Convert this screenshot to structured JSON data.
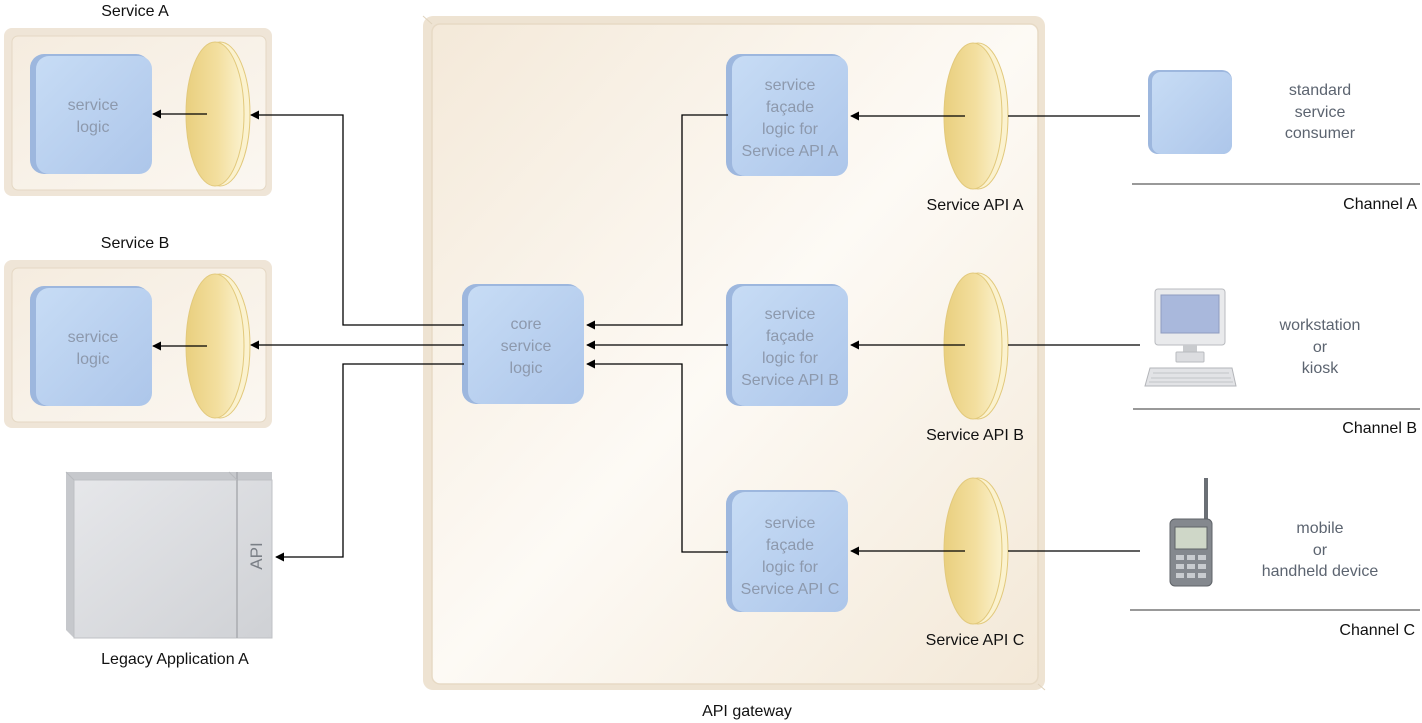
{
  "gateway": {
    "label": "API gateway"
  },
  "services": [
    {
      "title": "Service A",
      "logic": [
        "service",
        "logic"
      ]
    },
    {
      "title": "Service B",
      "logic": [
        "service",
        "logic"
      ]
    }
  ],
  "legacy": {
    "label": "Legacy Application A",
    "api_label": "API"
  },
  "core": {
    "lines": [
      "core",
      "service",
      "logic"
    ]
  },
  "facades": [
    {
      "lines": [
        "service",
        "façade",
        "logic for",
        "Service API A"
      ],
      "api_label": "Service API A"
    },
    {
      "lines": [
        "service",
        "façade",
        "logic for",
        "Service API B"
      ],
      "api_label": "Service API B"
    },
    {
      "lines": [
        "service",
        "façade",
        "logic for",
        "Service API C"
      ],
      "api_label": "Service API C"
    }
  ],
  "channels": [
    {
      "name": "Channel A",
      "consumer": [
        "standard",
        "service",
        "consumer"
      ],
      "icon": "service-consumer-icon"
    },
    {
      "name": "Channel B",
      "consumer": [
        "workstation",
        "or",
        "kiosk"
      ],
      "icon": "workstation-icon"
    },
    {
      "name": "Channel C",
      "consumer": [
        "mobile",
        "or",
        "handheld device"
      ],
      "icon": "mobile-device-icon"
    }
  ],
  "colors": {
    "container_fill": "#f6ede0",
    "logic_fill": "#bcd3f0",
    "api_fill": "#f2dc9a",
    "legacy_fill": "#dcdde0"
  }
}
